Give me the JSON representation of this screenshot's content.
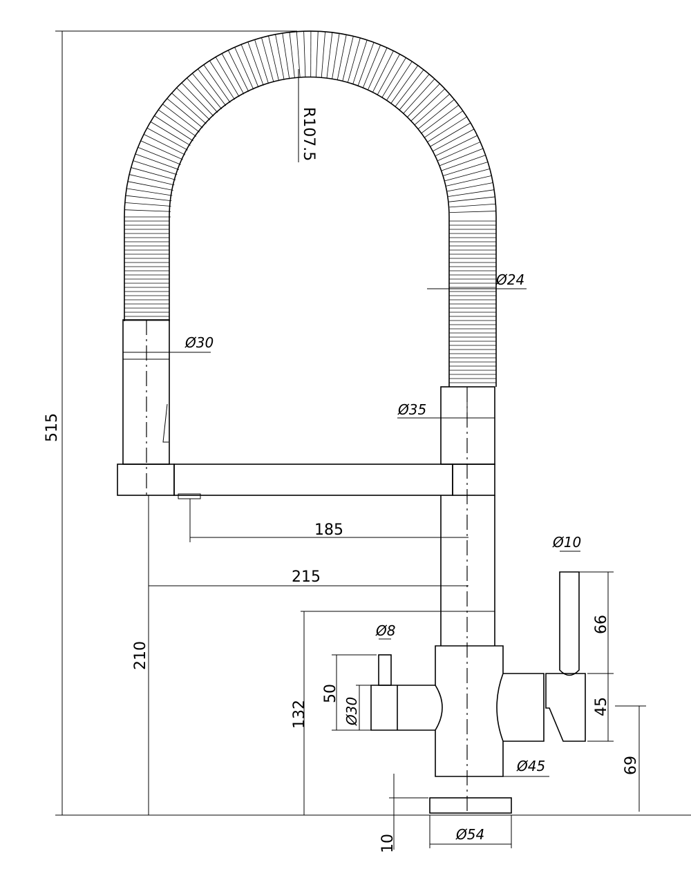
{
  "drawing": {
    "title": "Pull-down kitchen faucet dimension drawing",
    "dimensions": {
      "overall_height": "515",
      "hose_radius": "R107.5",
      "hose_diameter": "Ø24",
      "spray_head_diameter": "Ø30",
      "collar_diameter": "Ø35",
      "spout_reach_nozzle": "185",
      "spout_reach_edge": "215",
      "spout_clearance": "210",
      "body_height": "132",
      "lever_diameter": "Ø10",
      "lever_height": "66",
      "lever_housing_height": "45",
      "lever_housing_elevation": "69",
      "side_knob_stem": "Ø8",
      "side_knob_height": "50",
      "side_knob_diameter": "Ø30",
      "body_diameter": "Ø45",
      "base_diameter": "Ø54",
      "base_thickness": "10"
    }
  }
}
